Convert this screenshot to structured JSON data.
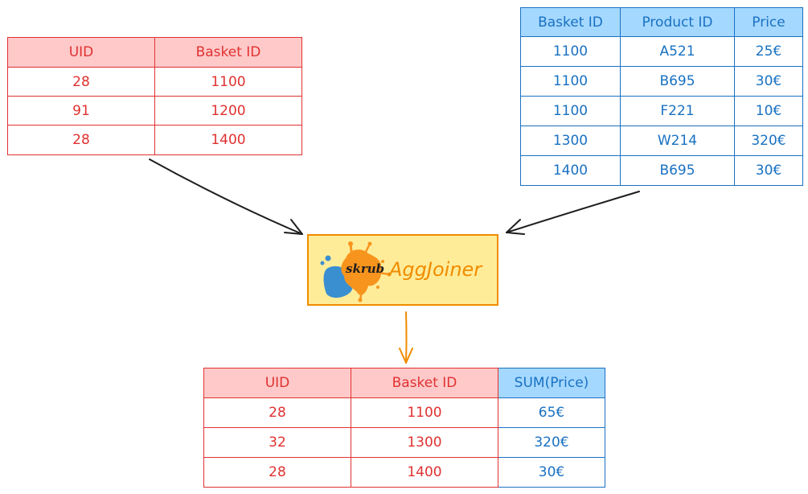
{
  "input_left": {
    "headers": [
      "UID",
      "Basket ID"
    ],
    "rows": [
      [
        "28",
        "1100"
      ],
      [
        "91",
        "1200"
      ],
      [
        "28",
        "1400"
      ]
    ]
  },
  "input_right": {
    "headers": [
      "Basket ID",
      "Product ID",
      "Price"
    ],
    "rows": [
      [
        "1100",
        "A521",
        "25€"
      ],
      [
        "1100",
        "B695",
        "30€"
      ],
      [
        "1100",
        "F221",
        "10€"
      ],
      [
        "1300",
        "W214",
        "320€"
      ],
      [
        "1400",
        "B695",
        "30€"
      ]
    ]
  },
  "joiner": {
    "logo_text": "skrub",
    "label": "AggJoiner",
    "logo_icon": "skrub-splash-logo"
  },
  "output": {
    "headers": [
      "UID",
      "Basket ID",
      "SUM(Price)"
    ],
    "rows": [
      [
        "28",
        "1100",
        "65€"
      ],
      [
        "32",
        "1300",
        "320€"
      ],
      [
        "28",
        "1400",
        "30€"
      ]
    ]
  },
  "colors": {
    "red": "#e03131",
    "red_fill": "#ffc9c9",
    "blue": "#1971c2",
    "blue_fill": "#a5d8ff",
    "orange": "#f08c00",
    "yellow_fill": "#ffec99"
  }
}
